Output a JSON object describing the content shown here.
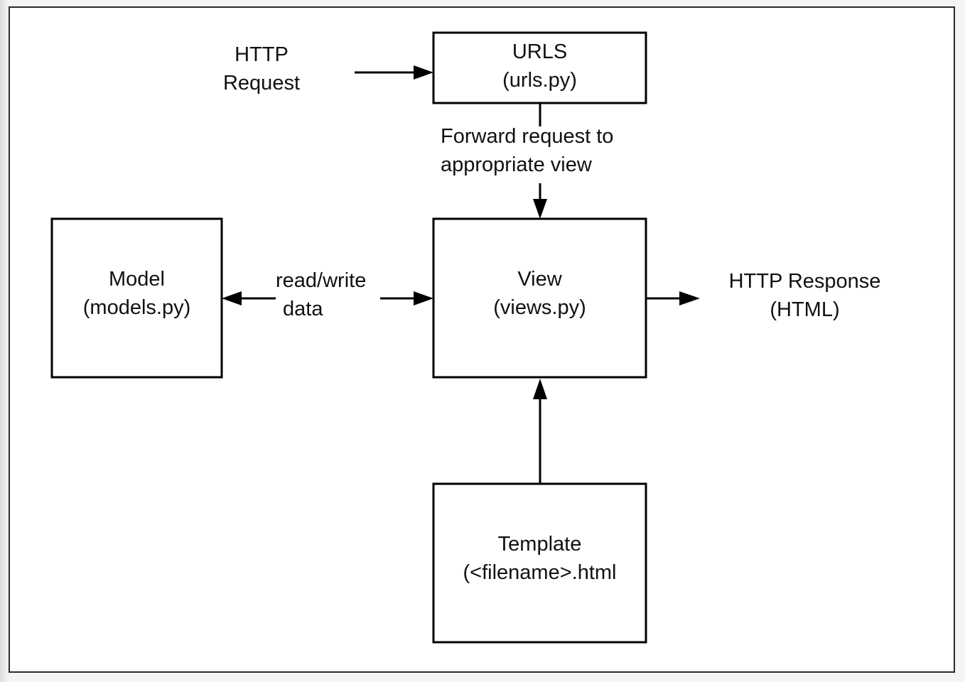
{
  "diagram": {
    "http_request": [
      "HTTP",
      "Request"
    ],
    "urls_box": [
      "URLS",
      "(urls.py)"
    ],
    "forward_label": [
      "Forward request to",
      "appropriate view"
    ],
    "model_box": [
      "Model",
      "(models.py)"
    ],
    "read_write_label": [
      "read/write",
      "data"
    ],
    "view_box": [
      "View",
      "(views.py)"
    ],
    "http_response": [
      "HTTP Response",
      "(HTML)"
    ],
    "template_box": [
      "Template",
      "(<filename>.html"
    ]
  }
}
